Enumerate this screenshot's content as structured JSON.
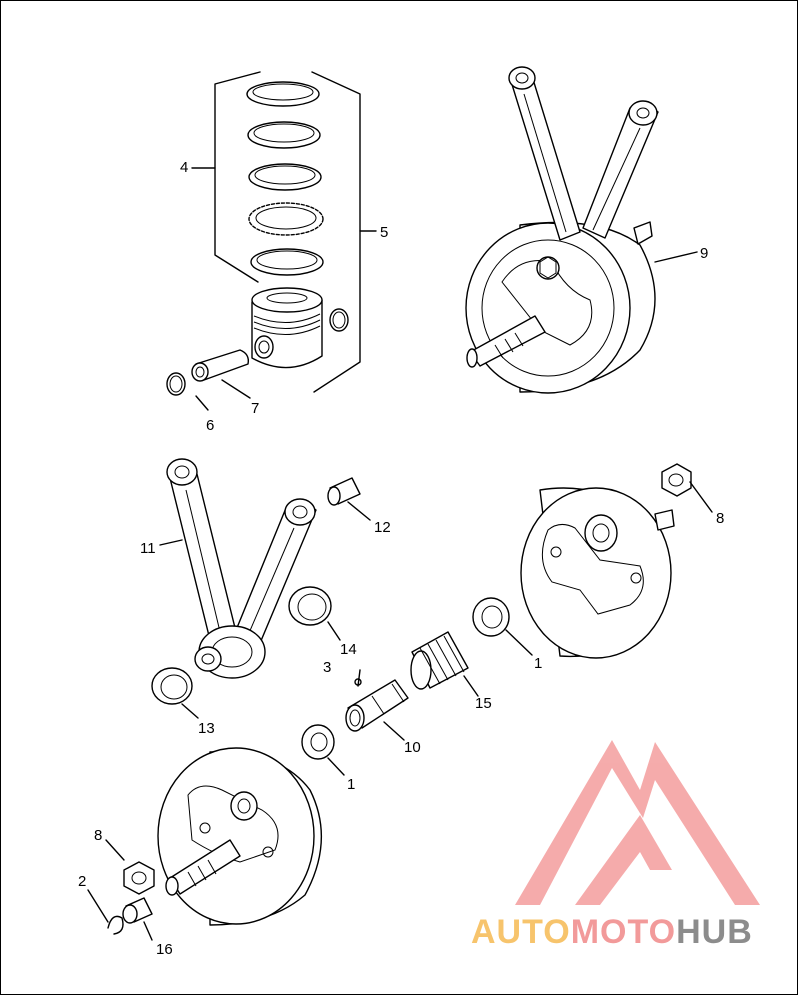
{
  "callouts": {
    "n1a": "1",
    "n1b": "1",
    "n2": "2",
    "n3": "3",
    "n4": "4",
    "n5": "5",
    "n6": "6",
    "n7": "7",
    "n8a": "8",
    "n8b": "8",
    "n9": "9",
    "n10": "10",
    "n11": "11",
    "n12": "12",
    "n13": "13",
    "n14": "14",
    "n15": "15",
    "n16": "16"
  },
  "watermark": {
    "part1": "AUTO",
    "part2": "MOTO",
    "part3": "HUB",
    "colors": {
      "auto": "#f7c46c",
      "moto": "#f29a9a",
      "hub": "#8c8c8c",
      "emblem": "#f4a3a3"
    }
  }
}
